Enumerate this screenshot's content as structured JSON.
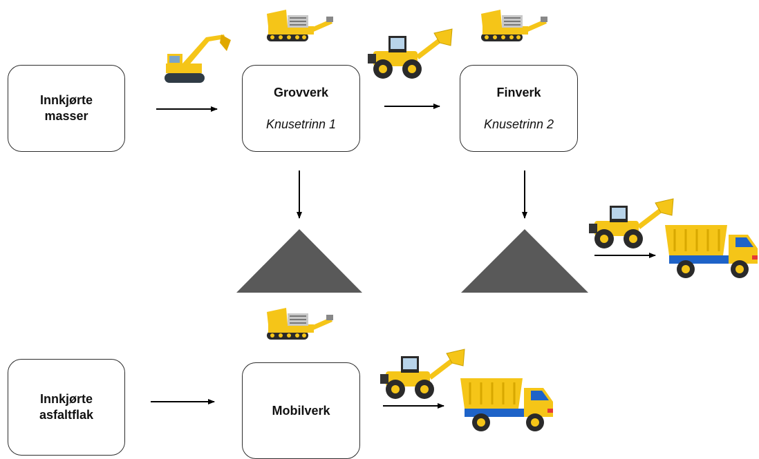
{
  "colors": {
    "box_border": "#2b2b2b",
    "arrow": "#000000",
    "pile": "#595959",
    "machine_yellow": "#f5c518",
    "machine_dark": "#2a2a2a",
    "truck_blue": "#1e63c8"
  },
  "nodes": {
    "innkjorte_masser": {
      "title_line1": "Innkjørte",
      "title_line2": "masser"
    },
    "grovverk": {
      "title": "Grovverk",
      "subtitle": "Knusetrinn 1"
    },
    "finverk": {
      "title": "Finverk",
      "subtitle": "Knusetrinn 2"
    },
    "innkjorte_asfaltflak": {
      "title_line1": "Innkjørte",
      "title_line2": "asfaltflak"
    },
    "mobilverk": {
      "title": "Mobilverk"
    }
  },
  "icons": [
    "excavator-icon",
    "crusher-icon",
    "wheel-loader-icon",
    "dump-truck-icon",
    "stockpile-icon"
  ]
}
